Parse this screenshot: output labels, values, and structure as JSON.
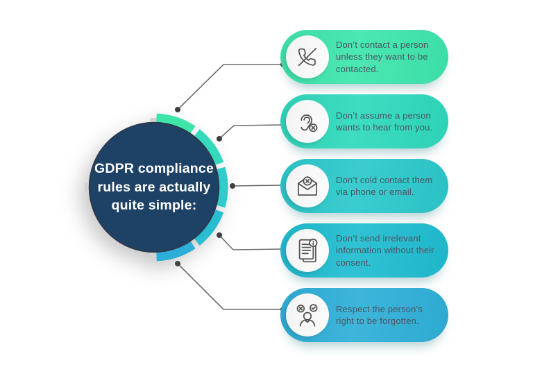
{
  "title": {
    "text": "GDPR compliance\nrules are actually\nquite simple:"
  },
  "colors": {
    "background": "#ffffff",
    "center_circle": "#1d4266",
    "center_circle_border": "#2a3a50",
    "ring_gray": "#d3d3d3",
    "connector": "#6b6b6b",
    "dot": "#3d3d3d",
    "pill_text": "#4d5661",
    "icon_stroke": "#4f4f4f",
    "icon_circle_bg": "#ffffff"
  },
  "ring_segments": [
    "#3fe4a8",
    "#35dabd",
    "#2fcccb",
    "#29bdd2",
    "#2baed8"
  ],
  "rules": [
    {
      "icon": "no-phone-icon",
      "color": "#3ee6ad",
      "text": "Don’t contact a person unless they want to be contacted."
    },
    {
      "icon": "ear-dismiss-icon",
      "color": "#2fdabd",
      "text": "Don’t assume a person wants to hear from you."
    },
    {
      "icon": "email-blocked-icon",
      "color": "#2cc9cc",
      "text": "Don’t cold contact them via phone or email."
    },
    {
      "icon": "document-info-icon",
      "color": "#20bdd1",
      "text": "Don’t send irrelevant information without their consent."
    },
    {
      "icon": "person-forgotten-icon",
      "color": "#2fb0d9",
      "text": "Respect the person’s right to be forgotten."
    }
  ]
}
